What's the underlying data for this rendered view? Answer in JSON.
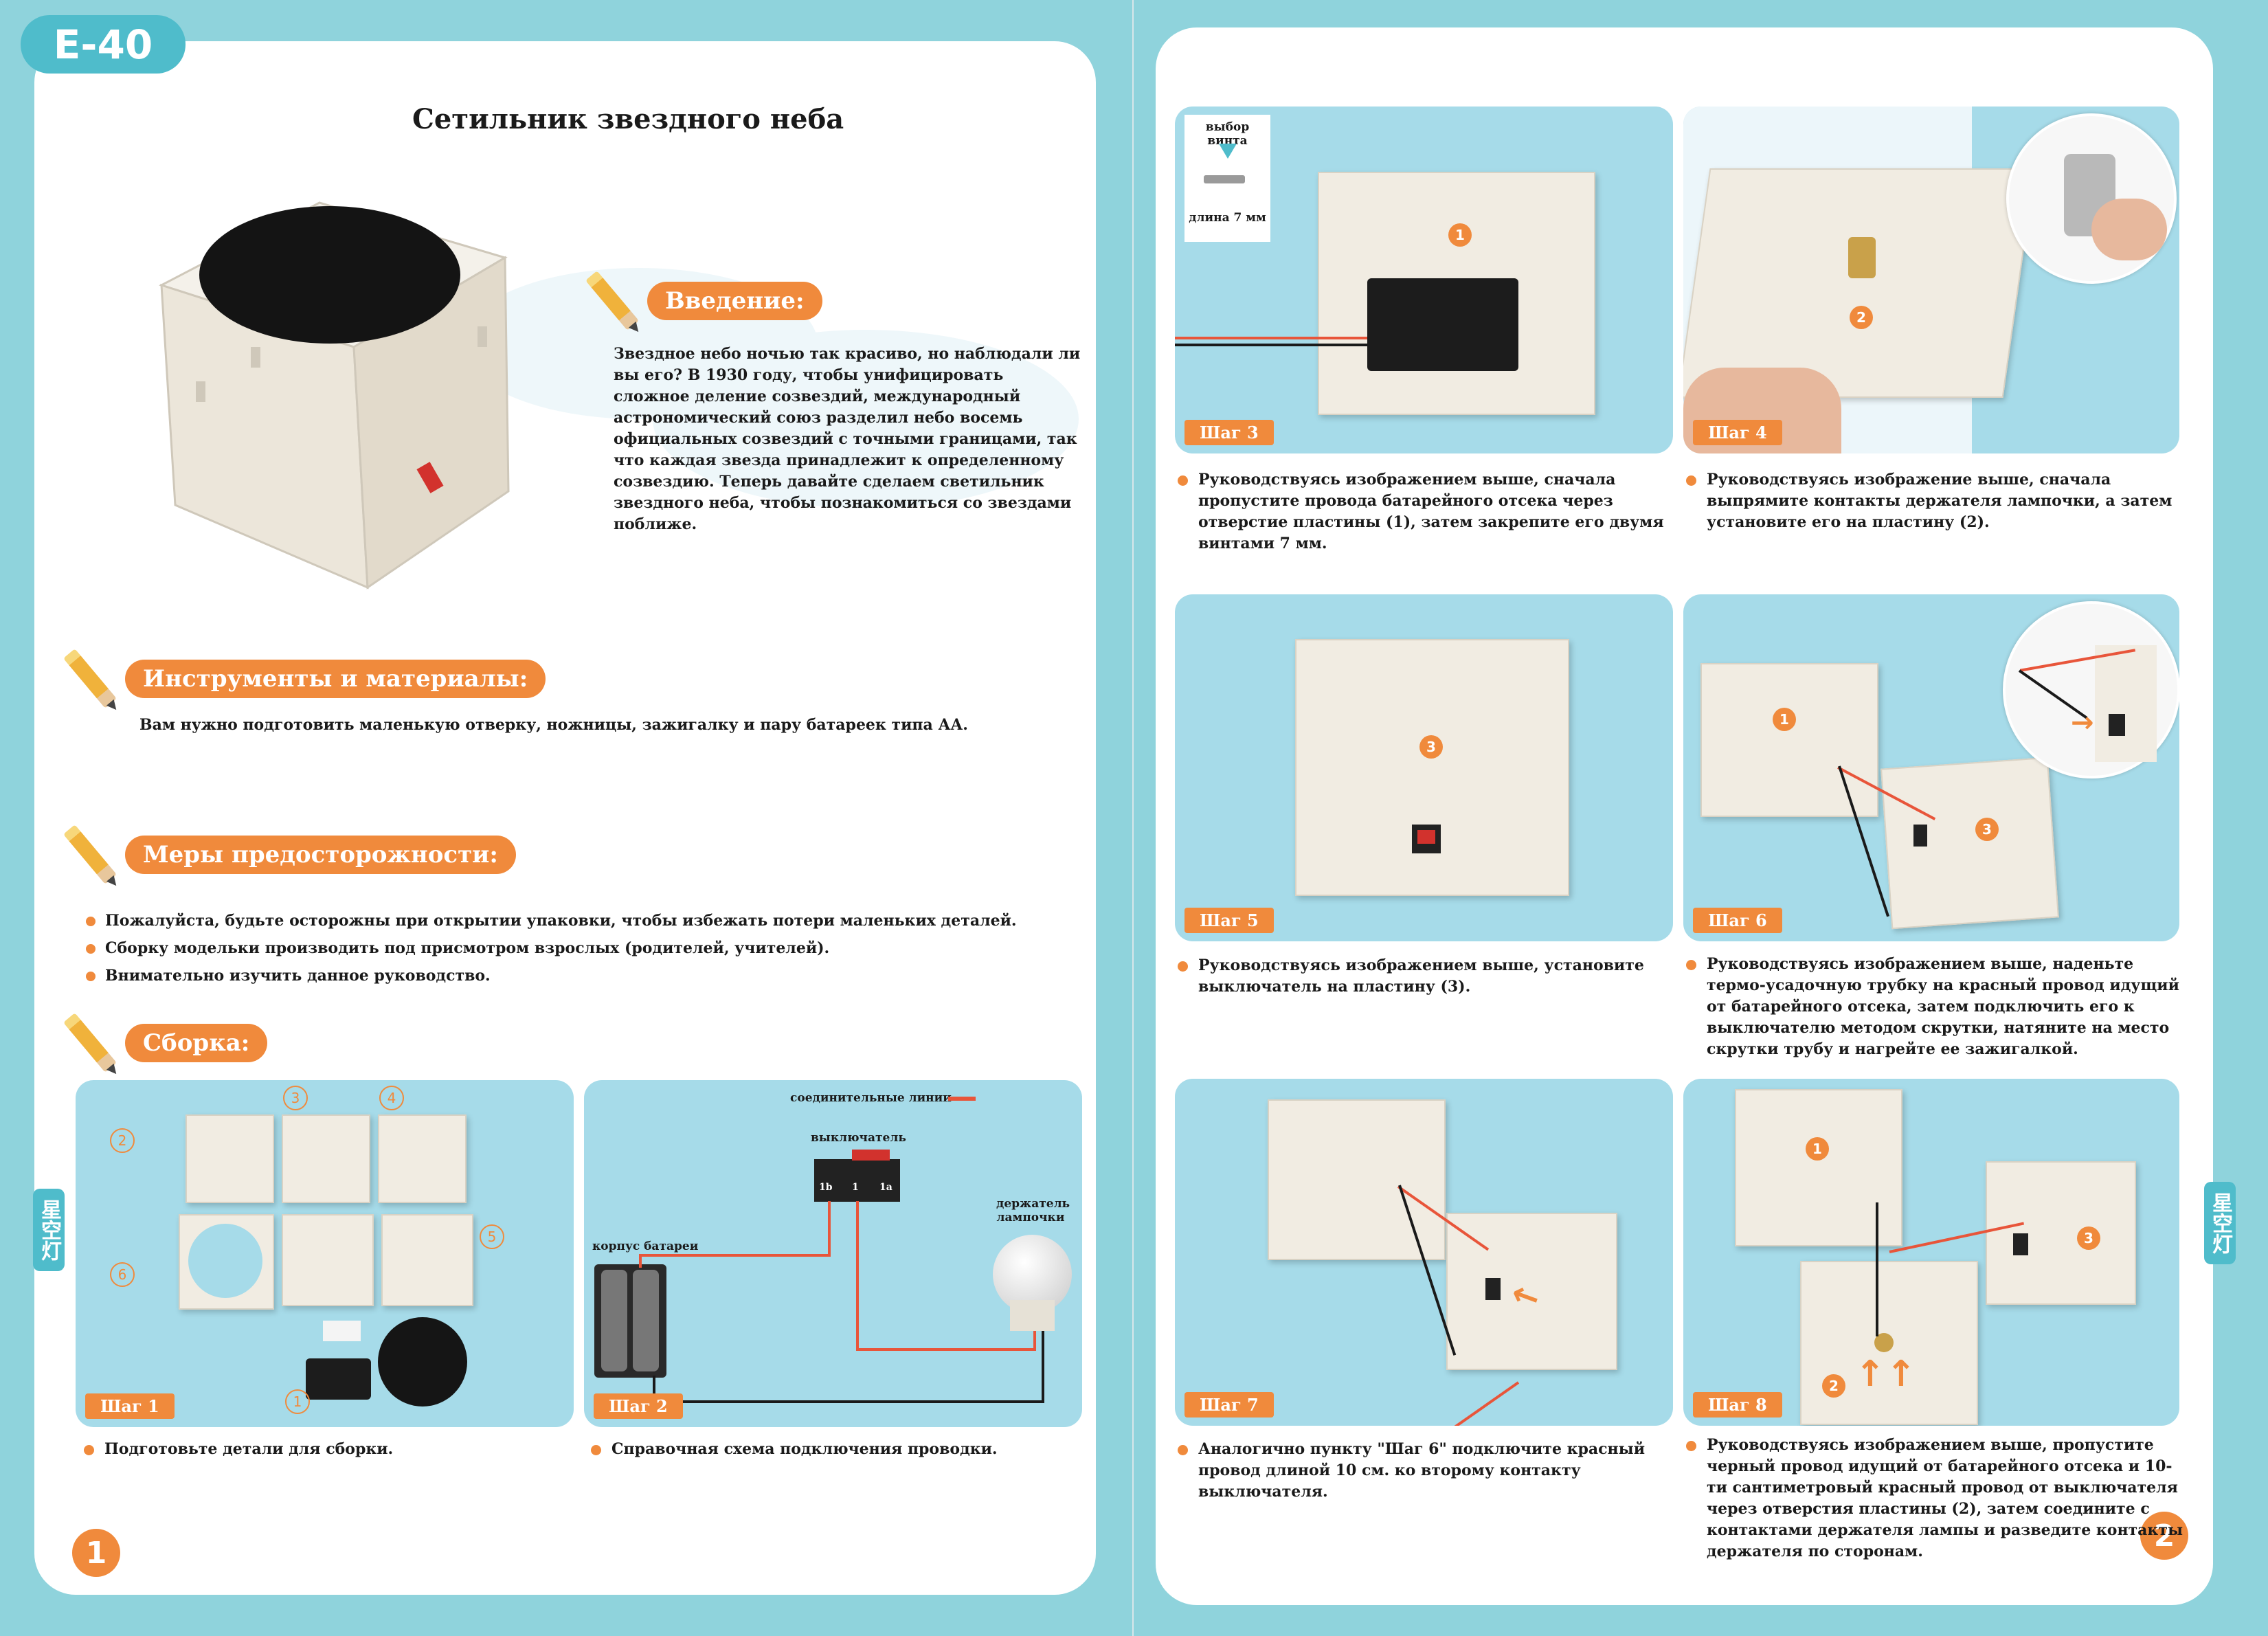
{
  "brand": {
    "model": "E-40",
    "side_tab": "星空灯"
  },
  "left": {
    "page_number": "1",
    "title": "Сетильник звездного неба",
    "intro": {
      "heading": "Введение:",
      "text": "Звездное небо ночью так красиво, но наблюдали ли вы его? В 1930 году,  чтобы унифицировать сложное деление созвездий, международный астрономический союз разделил небо восемь официальных созвездий с точными границами, так что каждая звезда принадлежит к определенному созвездию. Теперь давайте сделаем светильник звездного неба, чтобы познакомиться со звездами поближе."
    },
    "tools": {
      "heading": "Инструменты и материалы:",
      "text": "Вам нужно подготовить маленькую отверку, ножницы, зажигалку и пару батареек типа АА."
    },
    "precautions": {
      "heading": "Меры предосторожности:",
      "items": [
        "Пожалуйста, будьте осторожны при открытии упаковки, чтобы избежать потери маленьких деталей.",
        "Сборку модельки производить под присмотром взрослых (родителей, учителей).",
        "Внимательно изучить данное руководство."
      ]
    },
    "assembly": {
      "heading": "Сборка:"
    },
    "step1": {
      "badge": "Шаг 1",
      "caption": "Подготовьте детали для сборки.",
      "part_numbers": [
        "1",
        "2",
        "3",
        "4",
        "5",
        "6"
      ]
    },
    "step2": {
      "badge": "Шаг 2",
      "caption": "Справочная схема подключения проводки.",
      "labels": {
        "lines": "соединительные линии",
        "switch": "выключатель",
        "battery": "корпус батареи",
        "holder": "держатель лампочки",
        "t1b": "1b",
        "t1": "1",
        "t1a": "1a"
      }
    }
  },
  "right": {
    "page_number": "2",
    "step3": {
      "badge": "Шаг 3",
      "screw_title": "выбор винта",
      "screw_length": "длина 7 мм",
      "marker": "1",
      "caption": "Руководствуясь изображением выше, сначала пропустите провода батарейного отсека через отверстие пластины (1), затем закрепите его двумя винтами 7 мм."
    },
    "step4": {
      "badge": "Шаг 4",
      "marker": "2",
      "caption": "Руководствуясь изображение выше, сначала выпрямите контакты держателя лампочки, а затем установите его на пластину (2)."
    },
    "step5": {
      "badge": "Шаг 5",
      "marker": "3",
      "caption": "Руководствуясь изображением выше, установите выключатель  на пластину (3)."
    },
    "step6": {
      "badge": "Шаг 6",
      "markers": [
        "1",
        "3"
      ],
      "caption": "Руководствуясь изображением выше, наденьте термо-усадочную трубку на красный провод идущий от батарейного отсека, затем подключить его к выключателю методом скрутки, натяните на место скрутки трубу и нагрейте ее зажигалкой."
    },
    "step7": {
      "badge": "Шаг 7",
      "caption": "Аналогично пункту \"Шаг 6\" подключите красный провод длиной 10 см. ко второму контакту выключателя."
    },
    "step8": {
      "badge": "Шаг 8",
      "markers": [
        "1",
        "2",
        "3"
      ],
      "caption": "Руководствуясь изображением выше, пропустите черный провод идущий от батарейного отсека и 10-ти сантиметровый красный провод от  выключателя через отверстия пластины (2), затем соедините с контактами держателя лампы и разведите контакты держателя по сторонам."
    }
  },
  "colors": {
    "accent": "#f08a3c",
    "frame": "#8fd3dc",
    "panel": "#a6dbe9",
    "brand": "#4fbccb"
  }
}
